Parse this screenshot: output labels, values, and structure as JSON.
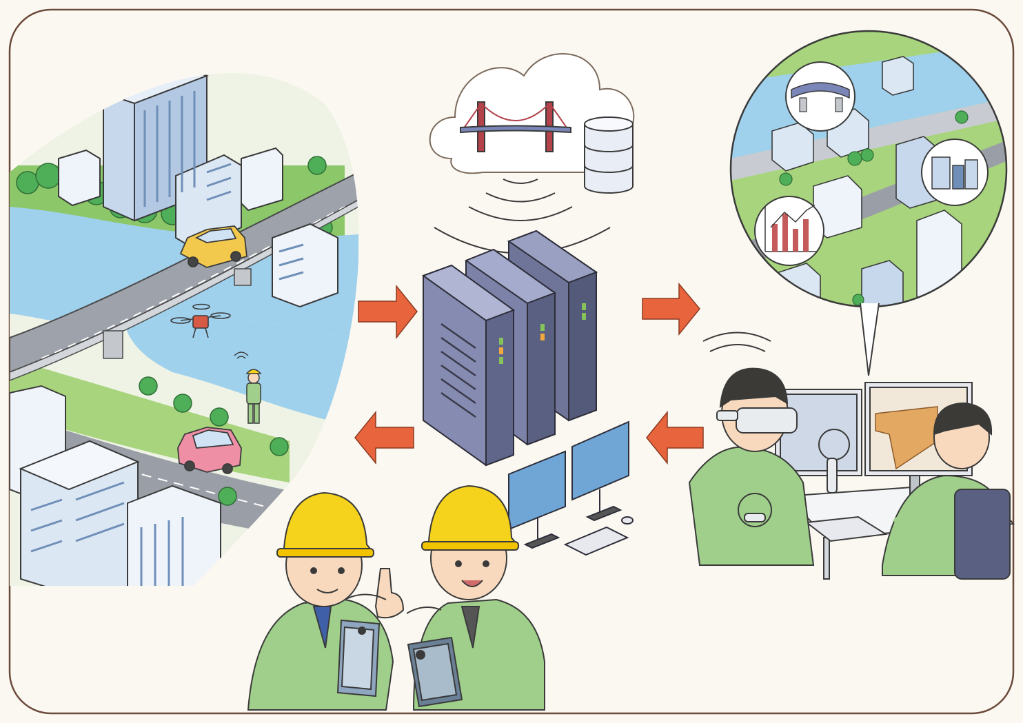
{
  "illustration": {
    "theme_colors": {
      "paper": "#fbf8f1",
      "frame": "#6b4a3a",
      "arrow": "#e8643c",
      "water": "#9fd0ec",
      "grass": "#8cc86a",
      "tree": "#4fae58",
      "road": "#9a9ea6",
      "building": "#c7d8ec",
      "server": "#7c82a8",
      "screen": "#6fa6d6",
      "helmet": "#f5d21c",
      "uniform": "#9fcf8a",
      "skin": "#f8d9bd",
      "hair": "#3c3a36",
      "car_yellow": "#f2c94c",
      "car_pink": "#ef8fa6",
      "drone": "#d75a45",
      "chart_bar": "#c45a5a"
    },
    "scenes": [
      "city-bridge-survey",
      "cloud-data-storage",
      "server-rack",
      "vr-design-workstation",
      "field-workers-tablets"
    ],
    "icons": [
      "cloud-icon",
      "bridge-icon",
      "database-icon",
      "wifi-signal-icon",
      "arrow-right-icon",
      "arrow-left-icon",
      "drone-icon",
      "vr-headset-icon",
      "tablet-icon",
      "bar-chart-icon",
      "monitor-icon",
      "keyboard-icon"
    ]
  }
}
